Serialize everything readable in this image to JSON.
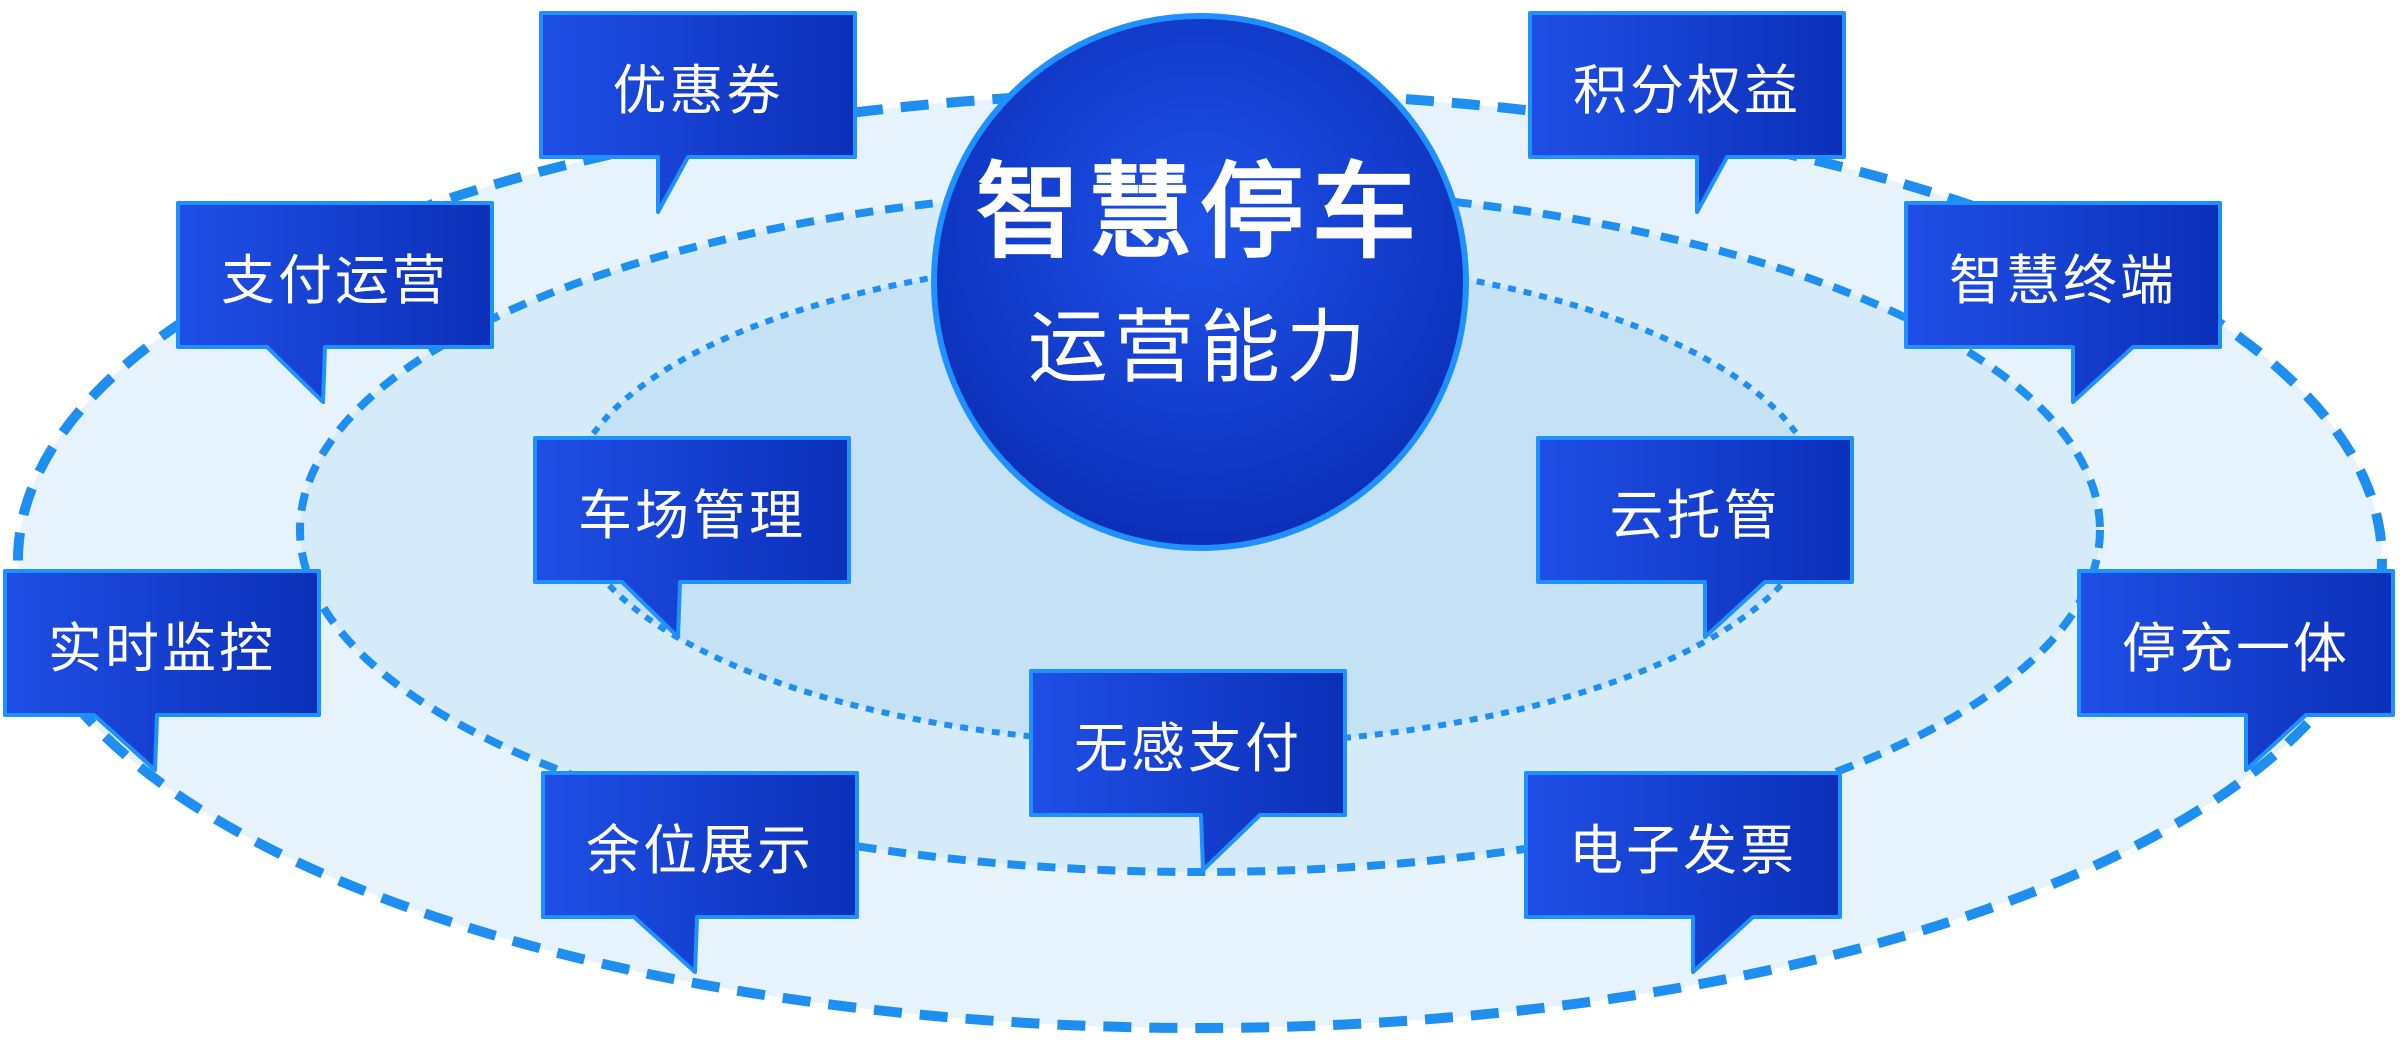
{
  "diagram": {
    "center": {
      "title": "智慧停车",
      "subtitle": "运营能力"
    },
    "nodes": [
      {
        "id": "coupon",
        "label": "优惠券"
      },
      {
        "id": "points",
        "label": "积分权益"
      },
      {
        "id": "payment-ops",
        "label": "支付运营"
      },
      {
        "id": "smart-terminal",
        "label": "智慧终端"
      },
      {
        "id": "lot-management",
        "label": "车场管理"
      },
      {
        "id": "cloud-hosting",
        "label": "云托管"
      },
      {
        "id": "realtime-monitoring",
        "label": "实时监控"
      },
      {
        "id": "parking-charging",
        "label": "停充一体"
      },
      {
        "id": "contactless-payment",
        "label": "无感支付"
      },
      {
        "id": "vacancy-display",
        "label": "余位展示"
      },
      {
        "id": "e-invoice",
        "label": "电子发票"
      }
    ],
    "colors": {
      "bubble_gradient_start": "#1f4fe6",
      "bubble_gradient_end": "#0b2fb8",
      "bubble_border": "#1e90ff",
      "dash_ring": "#1e8ff0",
      "outer_fill": "#e6f3fd",
      "middle_fill": "#d6ebfa",
      "inner_fill": "#c4e1f6"
    }
  }
}
